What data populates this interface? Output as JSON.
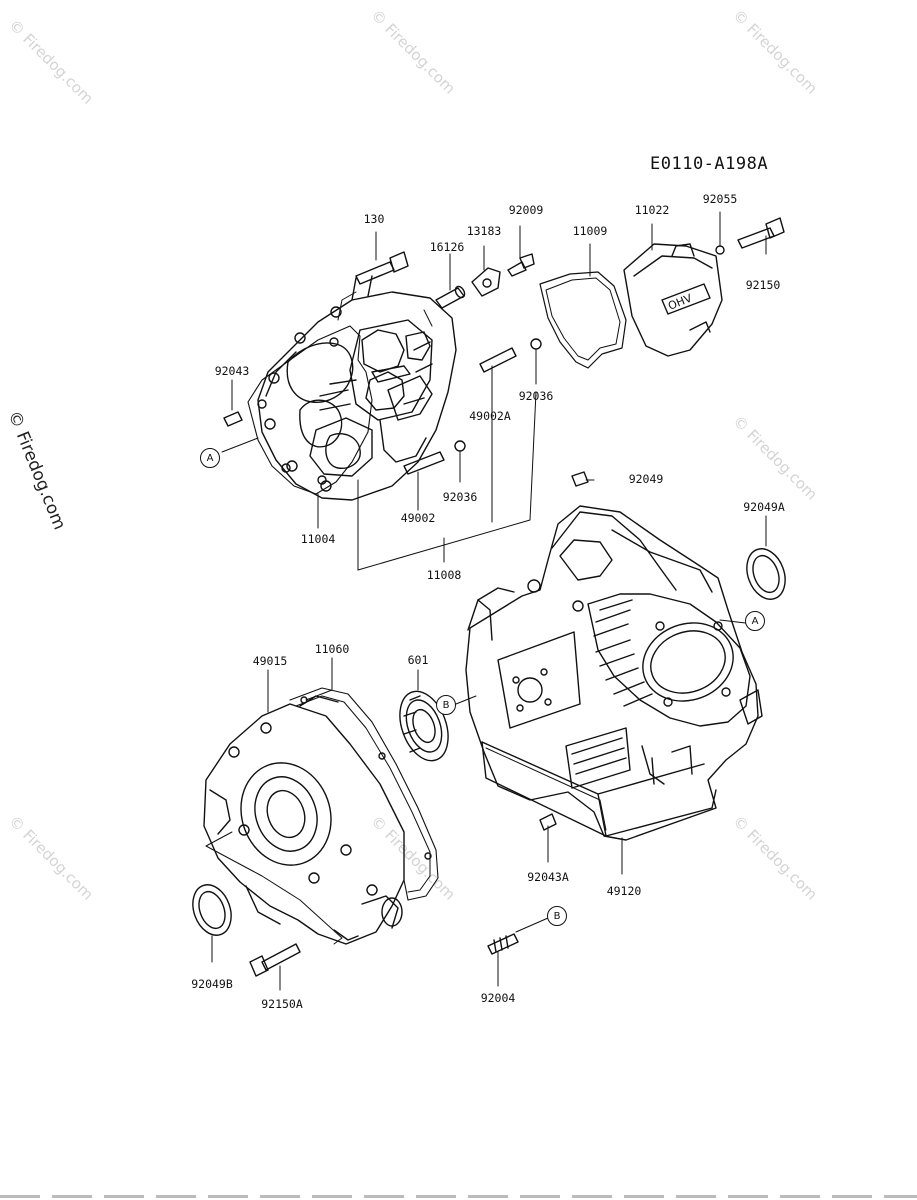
{
  "diagram_code": "E0110-A198A",
  "watermark_text": "© Firedog.com",
  "part_labels": [
    "130",
    "16126",
    "13183",
    "92009",
    "11009",
    "11022",
    "92055",
    "92150",
    "92043",
    "92036",
    "49002A",
    "92036",
    "49002",
    "11004",
    "11008",
    "92049",
    "92049A",
    "49015",
    "11060",
    "601",
    "92043A",
    "49120",
    "92049B",
    "92150A",
    "92004"
  ],
  "ref_marks": [
    "A",
    "A",
    "B",
    "B"
  ],
  "colors": {
    "line": "#111111",
    "watermark": "#d4d4d4",
    "background": "#ffffff"
  }
}
